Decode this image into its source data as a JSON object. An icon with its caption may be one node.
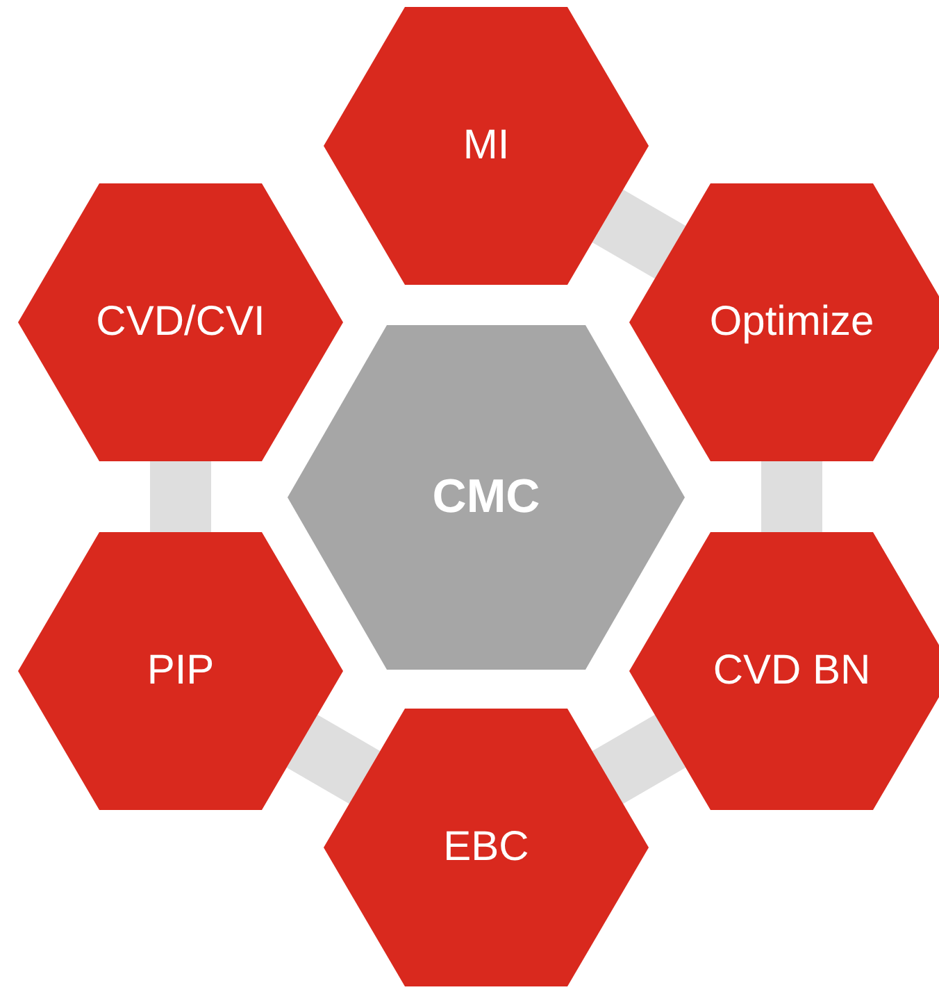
{
  "diagram": {
    "nodes": [
      {
        "text": [
          "MI"
        ]
      },
      {
        "text": [
          "CVD/CVI"
        ]
      },
      {
        "text": [
          "Optimize"
        ]
      },
      {
        "text": [
          "CMC"
        ]
      },
      {
        "text": [
          "PIP"
        ]
      },
      {
        "text": [
          "CVD BN"
        ]
      },
      {
        "text": [
          "EBC"
        ]
      }
    ],
    "edges": [
      {
        "from": 0,
        "to": 2,
        "arrow": "none"
      },
      {
        "from": 2,
        "to": 5,
        "arrow": "none"
      },
      {
        "from": 5,
        "to": 6,
        "arrow": "none"
      },
      {
        "from": 6,
        "to": 4,
        "arrow": "none"
      },
      {
        "from": 4,
        "to": 1,
        "arrow": "none"
      }
    ]
  }
}
